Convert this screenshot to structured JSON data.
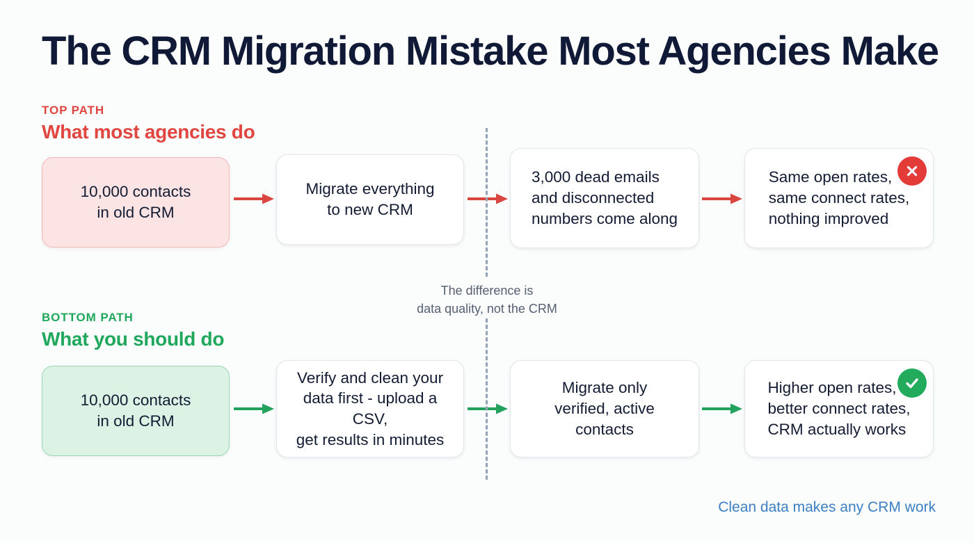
{
  "title": "The CRM Migration Mistake Most Agencies Make",
  "colors": {
    "background": "#fbfcfc",
    "title": "#101a36",
    "red": "#e0453f",
    "green": "#1fa85c",
    "divider": "#94a3b8",
    "caption": "#566072",
    "footer": "#3b7fc4",
    "box_border": "#e3e6ea",
    "pink_fill": "#fbe4e3",
    "mint_fill": "#dcf2e4"
  },
  "top_path": {
    "kicker": "TOP PATH",
    "heading": "What most agencies do",
    "arrow_color": "#d9453f",
    "steps": [
      {
        "text": "10,000 contacts\nin old CRM",
        "align": "center",
        "style": "start-red"
      },
      {
        "text": "Migrate everything\nto new CRM",
        "align": "center",
        "style": "plain"
      },
      {
        "text": "3,000 dead emails\nand disconnected\nnumbers come along",
        "align": "left",
        "style": "plain"
      },
      {
        "text": "Same open rates,\nsame connect rates,\nnothing improved",
        "align": "left",
        "style": "plain"
      }
    ],
    "badge": {
      "icon": "close-icon",
      "color": "#e23b38"
    }
  },
  "bottom_path": {
    "kicker": "BOTTOM PATH",
    "heading": "What you should do",
    "arrow_color": "#22a25d",
    "steps": [
      {
        "text": "10,000 contacts\nin old CRM",
        "align": "center",
        "style": "start-green"
      },
      {
        "text": "Verify and clean your\ndata first - upload a CSV,\nget results in minutes",
        "align": "center",
        "style": "plain"
      },
      {
        "text": "Migrate only\nverified, active\ncontacts",
        "align": "center",
        "style": "plain"
      },
      {
        "text": "Higher open rates,\nbetter connect rates,\nCRM actually works",
        "align": "left",
        "style": "plain"
      }
    ],
    "badge": {
      "icon": "check-icon",
      "color": "#22ab5d"
    }
  },
  "center_caption": "The difference is\ndata quality, not the CRM",
  "footer_note": "Clean data makes any CRM work",
  "chart_data": {
    "type": "diagram",
    "title": "The CRM Migration Mistake Most Agencies Make",
    "lanes": [
      {
        "name": "TOP PATH",
        "subtitle": "What most agencies do",
        "outcome": "negative",
        "steps": [
          "10,000 contacts in old CRM",
          "Migrate everything to new CRM",
          "3,000 dead emails and disconnected numbers come along",
          "Same open rates, same connect rates, nothing improved"
        ]
      },
      {
        "name": "BOTTOM PATH",
        "subtitle": "What you should do",
        "outcome": "positive",
        "steps": [
          "10,000 contacts in old CRM",
          "Verify and clean your data first - upload a CSV, get results in minutes",
          "Migrate only verified, active contacts",
          "Higher open rates, better connect rates, CRM actually works"
        ]
      }
    ],
    "annotation": "The difference is data quality, not the CRM",
    "footer": "Clean data makes any CRM work"
  }
}
